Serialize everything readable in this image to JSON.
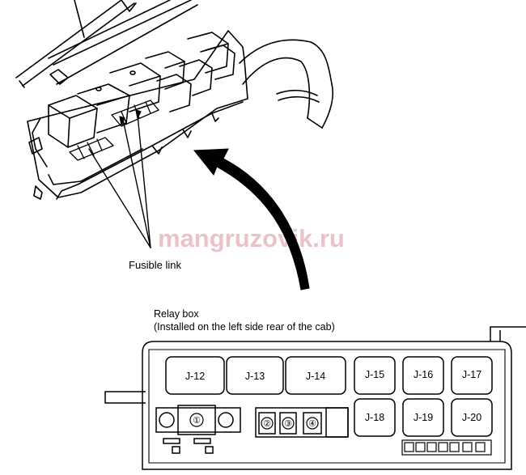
{
  "watermark": "mangruzovik.ru",
  "callouts": {
    "fusible_link": "Fusible link"
  },
  "relay_box": {
    "title": "Relay box",
    "subtitle": "(Installed on the left side rear of the cab)",
    "large_relays": [
      "J-12",
      "J-13",
      "J-14"
    ],
    "small_relays_top": [
      "J-15",
      "J-16",
      "J-17"
    ],
    "small_relays_bottom": [
      "J-18",
      "J-19",
      "J-20"
    ],
    "fuse_markers": [
      "①",
      "②",
      "③",
      "④"
    ]
  }
}
